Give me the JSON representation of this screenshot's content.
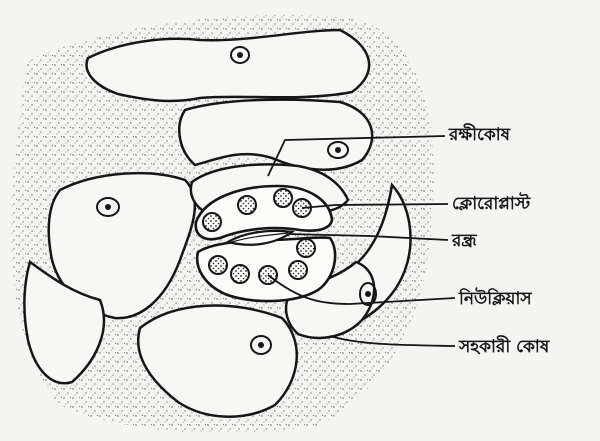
{
  "labels": {
    "guard_cell": "রক্ষীকোষ",
    "chloroplast": "ক্লোরোপ্লাস্ট",
    "stoma_pore": "রন্ধ্র",
    "nucleus": "নিউক্লিয়াস",
    "subsidiary_cell": "সহকারী কোষ"
  },
  "colors": {
    "ink": "#161616",
    "paper": "#f4f4f2",
    "stipple": "#222222"
  },
  "icons": {
    "nucleus": "circle-dot",
    "chloroplast": "stippled-circle"
  }
}
